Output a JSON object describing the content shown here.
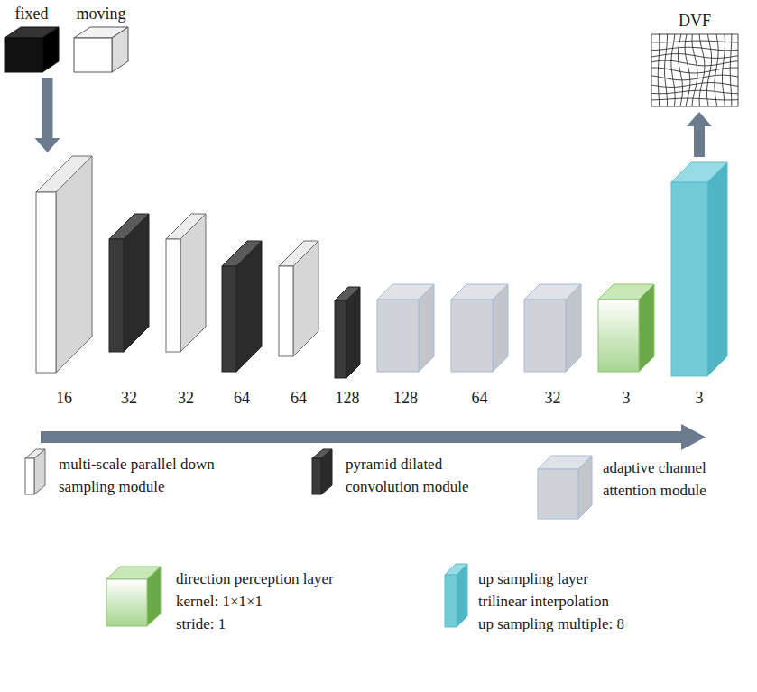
{
  "diagram": {
    "nodes": [
      {
        "text": [
          "fixed"
        ]
      },
      {
        "text": [
          "moving"
        ]
      },
      {
        "text": [
          "DVF"
        ]
      },
      {
        "text": [
          "16"
        ]
      },
      {
        "text": [
          "32"
        ]
      },
      {
        "text": [
          "32"
        ]
      },
      {
        "text": [
          "64"
        ]
      },
      {
        "text": [
          "64"
        ]
      },
      {
        "text": [
          "128"
        ]
      },
      {
        "text": [
          "128"
        ]
      },
      {
        "text": [
          "64"
        ]
      },
      {
        "text": [
          "32"
        ]
      },
      {
        "text": [
          "3"
        ]
      },
      {
        "text": [
          "3"
        ]
      }
    ],
    "edges": [
      {
        "from": 0,
        "to": 3,
        "arrow": "to"
      },
      {
        "from": 13,
        "to": 2,
        "arrow": "to"
      }
    ],
    "labels": [
      "kernel: 1×1×1",
      "stride: 1",
      "trilinear interpolation",
      "up sampling multiple: 8"
    ],
    "legend": [
      {
        "text": "multi-scale parallel down sampling module"
      },
      {
        "text": "pyramid dilated convolution module"
      },
      {
        "text": "adaptive channel attention module"
      },
      {
        "text": "direction perception layer"
      },
      {
        "text": "up sampling layer"
      }
    ]
  }
}
